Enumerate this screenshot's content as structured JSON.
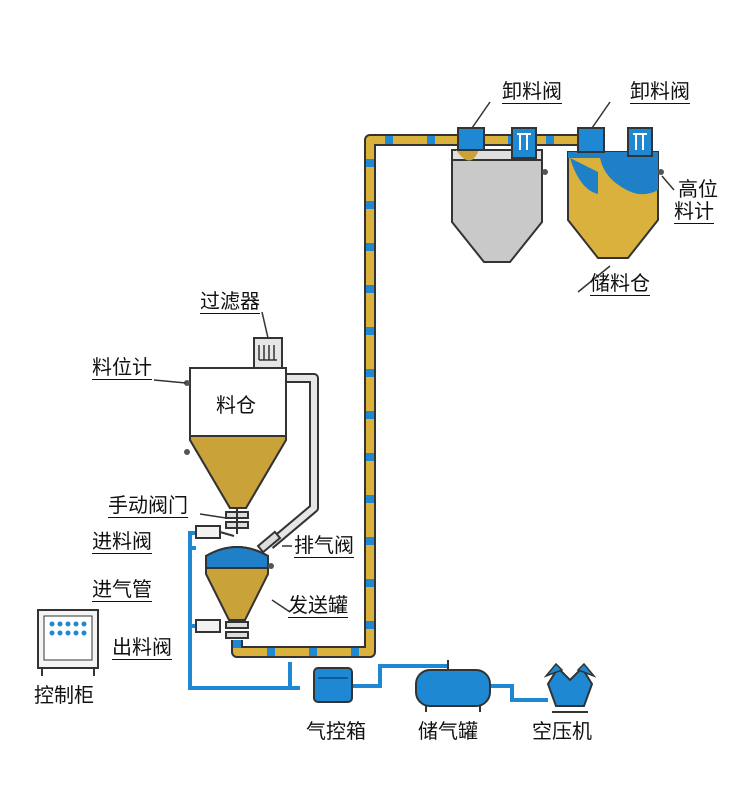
{
  "labels": {
    "unload_valve_1": "卸料阀",
    "unload_valve_2": "卸料阀",
    "high_level_gauge_line1": "高位",
    "high_level_gauge_line2": "料计",
    "storage_bin": "储料仓",
    "filter": "过滤器",
    "level_gauge": "料位计",
    "hopper": "料仓",
    "manual_valve": "手动阀门",
    "inlet_valve": "进料阀",
    "exhaust_valve": "排气阀",
    "air_inlet_pipe": "进气管",
    "sending_tank": "发送罐",
    "outlet_valve": "出料阀",
    "control_cabinet": "控制柜",
    "air_control_box": "气控箱",
    "air_tank": "储气罐",
    "air_compressor": "空压机"
  },
  "colors": {
    "pipe_yellow": "#d9b13c",
    "pipe_blue": "#1e88d2",
    "air_line": "#1e88d2",
    "material": "#c9a23a",
    "material_blue": "#1f7fc7",
    "steel": "#c9c9c9",
    "outline": "#333333"
  }
}
